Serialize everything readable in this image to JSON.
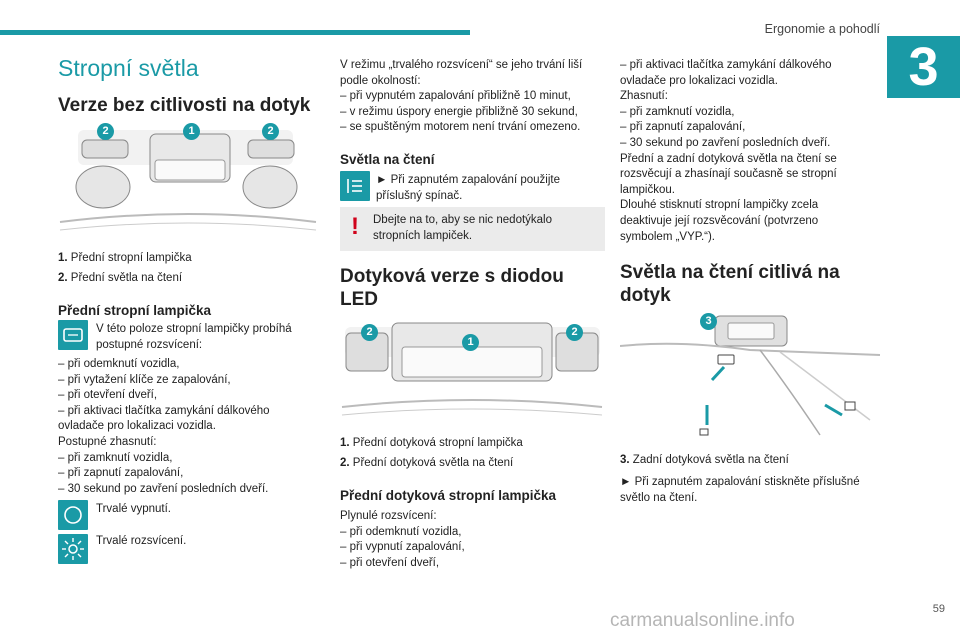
{
  "header": {
    "section": "Ergonomie a pohodlí",
    "chapter": "3"
  },
  "page_number": "59",
  "watermark": "carmanualsonline.info",
  "col1": {
    "title": "Stropní světla",
    "h2": "Verze bez citlivosti na dotyk",
    "legend": [
      {
        "num": "1.",
        "text": "Přední stropní lampička"
      },
      {
        "num": "2.",
        "text": "Přední světla na čtení"
      }
    ],
    "h3": "Přední stropní lampička",
    "icon_text": [
      "V této poloze stropní lampičky probíhá",
      "postupné rozsvícení:"
    ],
    "list": [
      "– při odemknutí vozidla,",
      "– při vytažení klíče ze zapalování,",
      "– při otevření dveří,",
      "– při aktivaci tlačítka zamykání dálkového",
      "ovladače pro lokalizaci vozidla.",
      "Postupné zhasnutí:",
      "– při zamknutí vozidla,",
      "– při zapnutí zapalování,",
      "– 30 sekund po zavření posledních dveří."
    ],
    "off_text": "Trvalé vypnutí.",
    "on_text": "Trvalé rozsvícení."
  },
  "col2": {
    "intro": [
      "V režimu „trvalého rozsvícení“ se jeho trvání liší",
      "podle okolností:",
      "– při vypnutém zapalování přibližně 10 minut,",
      "– v režimu úspory energie přibližně 30 sekund,",
      "– se spuštěným motorem není trvání omezeno."
    ],
    "h3_reading": "Světla na čtení",
    "reading_text": [
      "► Při zapnutém zapalování použijte",
      "příslušný spínač."
    ],
    "warning": [
      "Dbejte na to, aby se nic nedotýkalo",
      "stropních lampiček."
    ],
    "h2": [
      "Dotyková verze s diodou",
      "LED"
    ],
    "legend": [
      {
        "num": "1.",
        "text": "Přední dotyková stropní lampička"
      },
      {
        "num": "2.",
        "text": "Přední dotyková světla na čtení"
      }
    ],
    "h3_front": "Přední dotyková stropní lampička",
    "list": [
      "Plynulé rozsvícení:",
      "– při odemknutí vozidla,",
      "– při vypnutí zapalování,",
      "– při otevření dveří,"
    ]
  },
  "col3": {
    "list": [
      "– při aktivaci tlačítka zamykání dálkového",
      "ovladače pro lokalizaci vozidla.",
      "Zhasnutí:",
      "– při zamknutí vozidla,",
      "– při zapnutí zapalování,",
      "– 30 sekund po zavření posledních dveří.",
      "Přední a zadní dotyková světla na čtení se",
      "rozsvěcují a zhasínají současně se stropní",
      "lampičkou.",
      "Dlouhé stisknutí stropní lampičky zcela",
      "deaktivuje její rozsvěcování (potvrzeno",
      "symbolem „VYP.“)."
    ],
    "h2": [
      "Světla na čtení citlivá na",
      "dotyk"
    ],
    "legend": [
      {
        "num": "3.",
        "text": "Zadní dotyková světla na čtení"
      }
    ],
    "instruction": [
      "► Při zapnutém zapalování stiskněte příslušné",
      "světlo na čtení."
    ]
  },
  "badges": [
    "1",
    "2",
    "3"
  ],
  "colors": {
    "accent": "#1a9aa6",
    "warning": "#d0021b"
  },
  "icons": [
    "dome-light-icon",
    "reading-light-icon",
    "warning-icon",
    "off-icon",
    "sun-icon"
  ]
}
